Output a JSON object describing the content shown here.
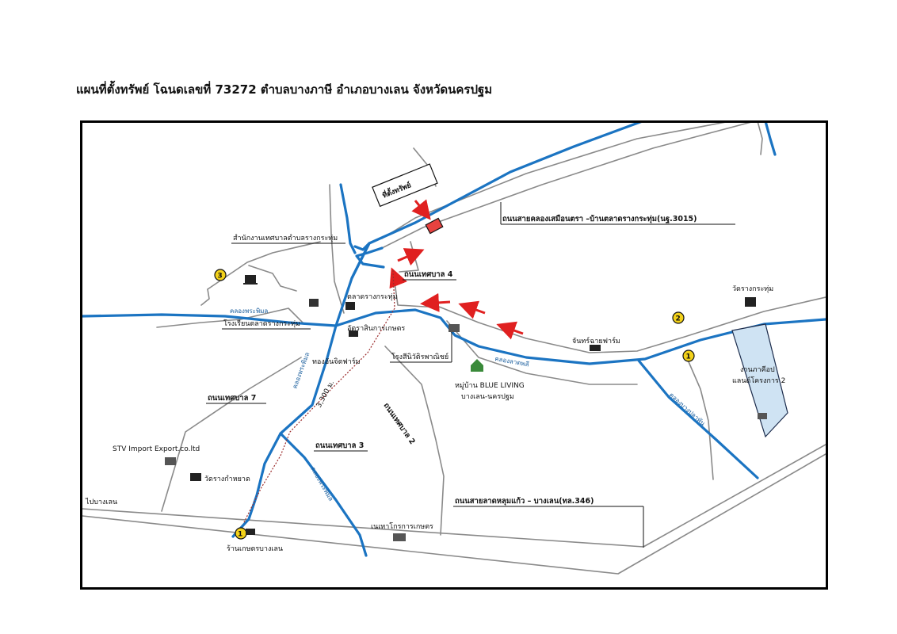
{
  "title": "แผนที่ตั้งทรัพย์ โฉนดเลขที่ 73272  ตำบลบางภาษี  อำเภอบางเลน  จังหวัดนครปฐม",
  "colors": {
    "canal": "#1b74c2",
    "road": "#8a8a8a",
    "arrow": "#e02020",
    "property": "#e8423f",
    "project_area": "#cfe3f3",
    "marker": "#f3d21a"
  },
  "property": {
    "label": "ที่ตั้งทรัพย์"
  },
  "roads": {
    "r3015": "ถนนสายคลองเสมือนตรา –บ้านตลาดรางกระทุ่ม(นฐ.3015)",
    "r346": "ถนนสายลาดหลุมแก้ว – บางเลน(ทล.346)",
    "tesaban4": "ถนนเทศบาล 4",
    "tesaban7": "ถนนเทศบาล 7",
    "tesaban3": "ถนนเทศบาล 3",
    "tesaban2": "ถนนเทศบาล 2",
    "to_banglen": "ไปบางเลน"
  },
  "distance": "3,300 ม.",
  "canals": {
    "c1": "คลองพระพิมล",
    "c2": "คลองลาดพลี",
    "c3": "คลองพระพิมล",
    "c4": "คลองบางปลาพัน",
    "c5": "คลองพระพิมล"
  },
  "markers": {
    "m1": "1",
    "m2": "2",
    "m3": "3"
  },
  "places": {
    "municipality": "สำนักงานเทศบาลตำบลรางกระทุ่ม",
    "market": "ตลาดรางกระทุ่ม",
    "school": "โรงเรียนตลาดรางกระทุ่ม",
    "bank": "อัตราสินการเกษตร",
    "thong": "ทองอันจิตฟาร์ม",
    "roschini": "โรงสีนิวัติรพาณิชย์",
    "village_1": "หมู่บ้าน BLUE LIVING",
    "village_2": "บางเลน-นครปฐม",
    "wat_rang": "วัดรางกระทุ่ม",
    "chan": "จันทร์ฉายฟาร์ม",
    "project_1": "งานภาคีอป",
    "project_2": "แลนด์โครงการ 2",
    "stv": "STV Import Export.co.ltd",
    "wat_kam": "วัดรางกำหยาด",
    "agri": "เนเทาโกรการเกษตร",
    "shop": "ร้านเกษตรบางเลน"
  }
}
